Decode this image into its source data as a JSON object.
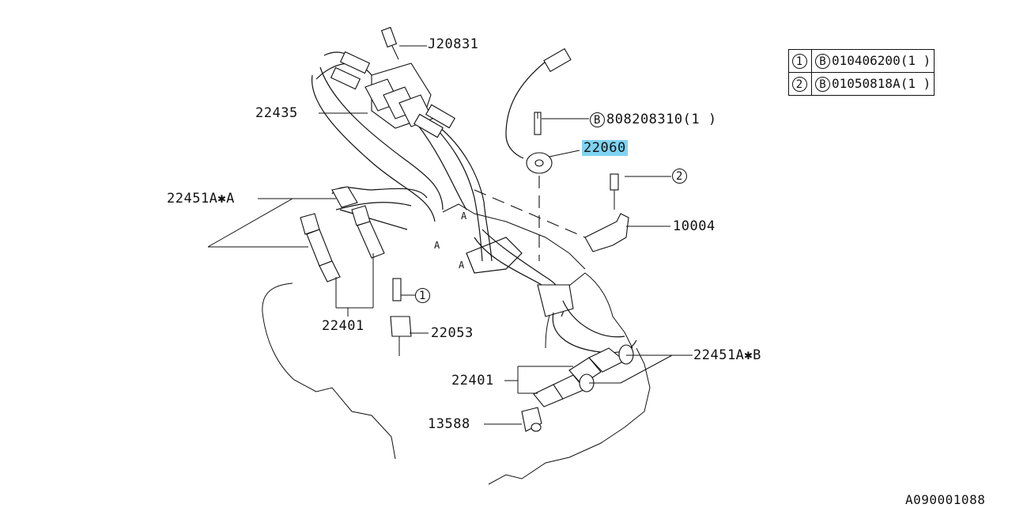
{
  "labels": {
    "j20831": "J20831",
    "p22435": "22435",
    "b808": "808208310(1 )",
    "b808_mark": "B",
    "p22060": "22060",
    "ref2": "2",
    "p10004": "10004",
    "p22451a_a": "22451A✱A",
    "ref1": "1",
    "p22401_left": "22401",
    "p22053": "22053",
    "p22451a_b": "22451A✱B",
    "p22401_right": "22401",
    "p13588": "13588",
    "drawing_code": "A090001088",
    "mark_a1": "A",
    "mark_a2": "A",
    "mark_a3": "A"
  },
  "legend": [
    {
      "num": "1",
      "mark": "B",
      "code": "010406200(1 )"
    },
    {
      "num": "2",
      "mark": "B",
      "code": "01050818A(1 )"
    }
  ],
  "highlight_color": "#7fd3f0"
}
